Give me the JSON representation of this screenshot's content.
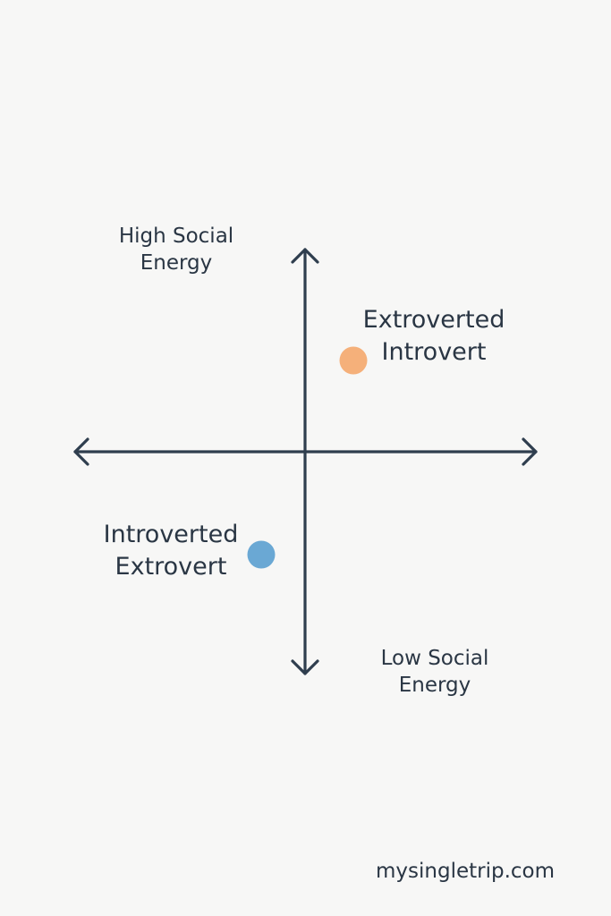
{
  "diagram": {
    "type": "quadrant",
    "axis_color": "#2f3e4e",
    "labels": {
      "top": "High Social\nEnergy",
      "bottom": "Low Social\nEnergy"
    },
    "points": [
      {
        "label": "Extroverted\nIntrovert",
        "color": "#f5b07a",
        "quadrant": "upper-right"
      },
      {
        "label": "Introverted\nExtrovert",
        "color": "#6aa8d4",
        "quadrant": "lower-left"
      }
    ]
  },
  "footer": {
    "site": "mysingletrip.com"
  }
}
